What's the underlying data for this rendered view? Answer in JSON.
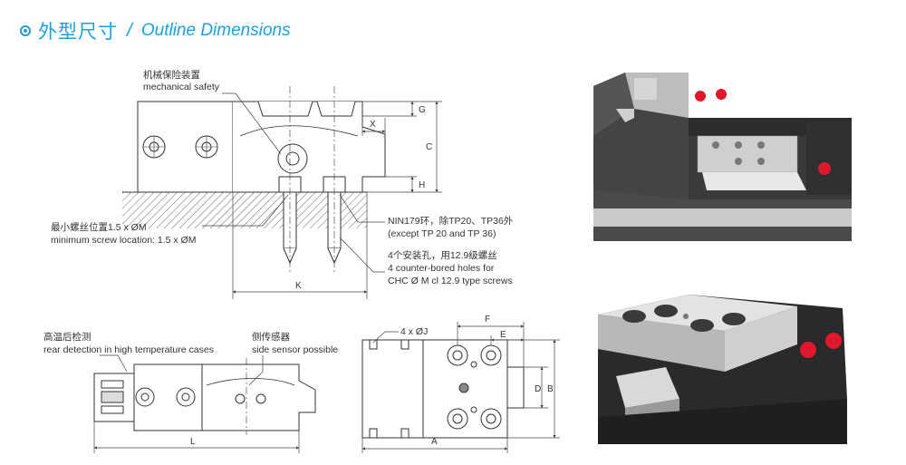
{
  "title": {
    "cn": "外型尺寸",
    "separator": "/",
    "en": "Outline Dimensions"
  },
  "accent_color": "#1da0dc",
  "safety_red": "#e0182c",
  "annotations": {
    "mech_safety_cn": "机械保险装置",
    "mech_safety_en": "mechanical safety",
    "min_screw_cn": "最小螺丝位置1.5 x ØM",
    "min_screw_en": "minimum screw location: 1.5 x ØM",
    "nin_cn": "NIN179环，除TP20、TP36外",
    "nin_en": "(except TP 20 and TP 36)",
    "holes_cn": "4个安装孔，用12.9级螺丝",
    "holes_en1": "4 counter-bored holes for",
    "holes_en2": "CHC Ø M cl 12.9 type screws",
    "rear_cn": "高温后检测",
    "rear_en": "rear detection in high temperature cases",
    "side_cn": "侧传感器",
    "side_en": "side sensor possible",
    "holes_j": "4 x ØJ"
  },
  "dimensions": {
    "G": "G",
    "X": "X",
    "C": "C",
    "H": "H",
    "K": "K",
    "L": "L",
    "A": "A",
    "F": "F",
    "E": "E",
    "D": "D",
    "B": "B"
  }
}
